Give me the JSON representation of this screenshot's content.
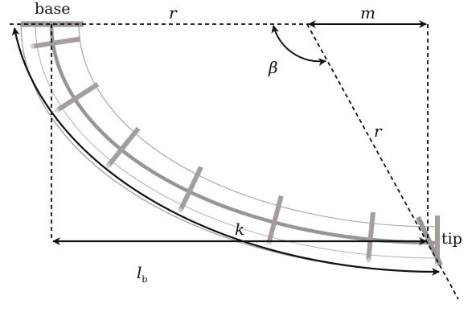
{
  "labels": {
    "base": "base",
    "tip": "tip",
    "r_top": "r",
    "r_side": "r",
    "m": "m",
    "beta": "β",
    "k": "k",
    "l": "l",
    "l_sub": "b"
  },
  "colors": {
    "ink": "#111111",
    "rail": "#9a9a9a",
    "spine": "#8c8888",
    "rib": "#a59e9c",
    "rib_tip": "#c9d6ee"
  }
}
